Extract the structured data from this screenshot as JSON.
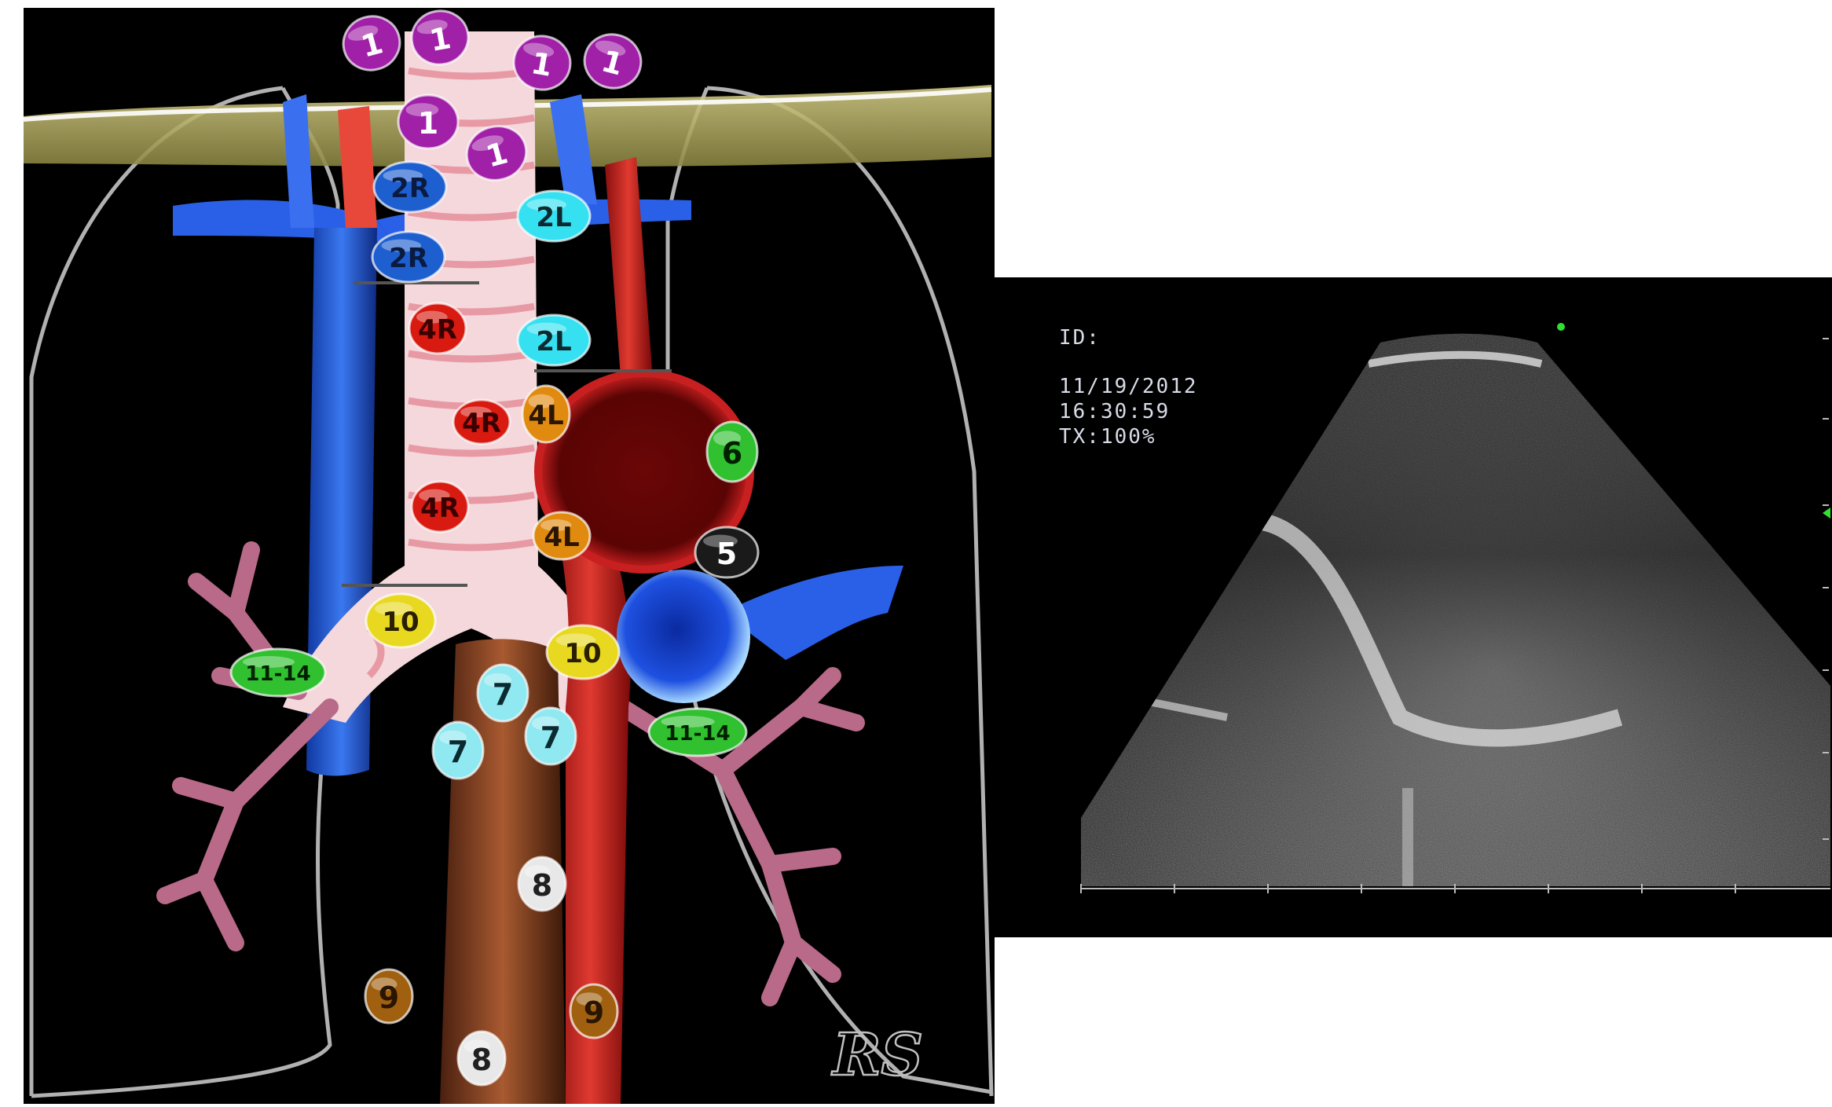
{
  "diagram": {
    "signature": "RS",
    "stations": [
      {
        "id": "s1a",
        "label": "1",
        "color": "#a020a8",
        "text": "#ffffff"
      },
      {
        "id": "s1b",
        "label": "1",
        "color": "#a020a8",
        "text": "#ffffff"
      },
      {
        "id": "s1c",
        "label": "1",
        "color": "#a020a8",
        "text": "#ffffff"
      },
      {
        "id": "s1d",
        "label": "1",
        "color": "#a020a8",
        "text": "#ffffff"
      },
      {
        "id": "s1e",
        "label": "1",
        "color": "#a020a8",
        "text": "#ffffff"
      },
      {
        "id": "s1f",
        "label": "1",
        "color": "#a020a8",
        "text": "#ffffff"
      },
      {
        "id": "s2Ra",
        "label": "2R",
        "color": "#1e5fd0",
        "text": "#0a1a40"
      },
      {
        "id": "s2Rb",
        "label": "2R",
        "color": "#1e5fd0",
        "text": "#0a1a40"
      },
      {
        "id": "s2La",
        "label": "2L",
        "color": "#35e0f0",
        "text": "#0a2a30"
      },
      {
        "id": "s2Lb",
        "label": "2L",
        "color": "#35e0f0",
        "text": "#0a2a30"
      },
      {
        "id": "s4Ra",
        "label": "4R",
        "color": "#d81a10",
        "text": "#3a0000"
      },
      {
        "id": "s4Rb",
        "label": "4R",
        "color": "#d81a10",
        "text": "#3a0000"
      },
      {
        "id": "s4Rc",
        "label": "4R",
        "color": "#d81a10",
        "text": "#3a0000"
      },
      {
        "id": "s4La",
        "label": "4L",
        "color": "#e08a10",
        "text": "#2a1500"
      },
      {
        "id": "s4Lb",
        "label": "4L",
        "color": "#e08a10",
        "text": "#2a1500"
      },
      {
        "id": "s5",
        "label": "5",
        "color": "#1a1a1a",
        "text": "#ffffff"
      },
      {
        "id": "s6",
        "label": "6",
        "color": "#30c030",
        "text": "#002000"
      },
      {
        "id": "s10a",
        "label": "10",
        "color": "#e8d820",
        "text": "#2a2000"
      },
      {
        "id": "s10b",
        "label": "10",
        "color": "#e8d820",
        "text": "#2a2000"
      },
      {
        "id": "s11a",
        "label": "11-14",
        "color": "#30c030",
        "text": "#002000"
      },
      {
        "id": "s11b",
        "label": "11-14",
        "color": "#30c030",
        "text": "#002000"
      },
      {
        "id": "s7a",
        "label": "7",
        "color": "#90e8f0",
        "text": "#0a2a30"
      },
      {
        "id": "s7b",
        "label": "7",
        "color": "#90e8f0",
        "text": "#0a2a30"
      },
      {
        "id": "s7c",
        "label": "7",
        "color": "#90e8f0",
        "text": "#0a2a30"
      },
      {
        "id": "s8a",
        "label": "8",
        "color": "#e8e8e8",
        "text": "#202020"
      },
      {
        "id": "s8b",
        "label": "8",
        "color": "#e8e8e8",
        "text": "#202020"
      },
      {
        "id": "s9a",
        "label": "9",
        "color": "#a06010",
        "text": "#2a1500"
      },
      {
        "id": "s9b",
        "label": "9",
        "color": "#a06010",
        "text": "#2a1500"
      }
    ]
  },
  "ultrasound": {
    "id_label": "ID:",
    "date": "11/19/2012",
    "time": "16:30:59",
    "tx": "TX:100%"
  }
}
